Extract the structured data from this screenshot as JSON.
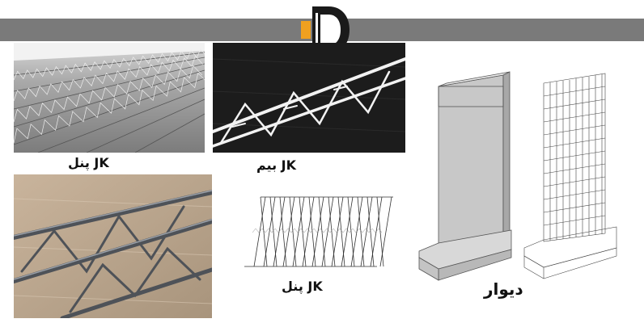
{
  "captions": {
    "panel_photo": "JK پنل",
    "beam_photo": "JK بیم",
    "panel_sketch": "JK پنل",
    "wall_sketch": "دیوار"
  },
  "colors": {
    "banner": "#7a7a7a",
    "logo_accent": "#f0a020",
    "logo_dark": "#1a1a1a"
  }
}
